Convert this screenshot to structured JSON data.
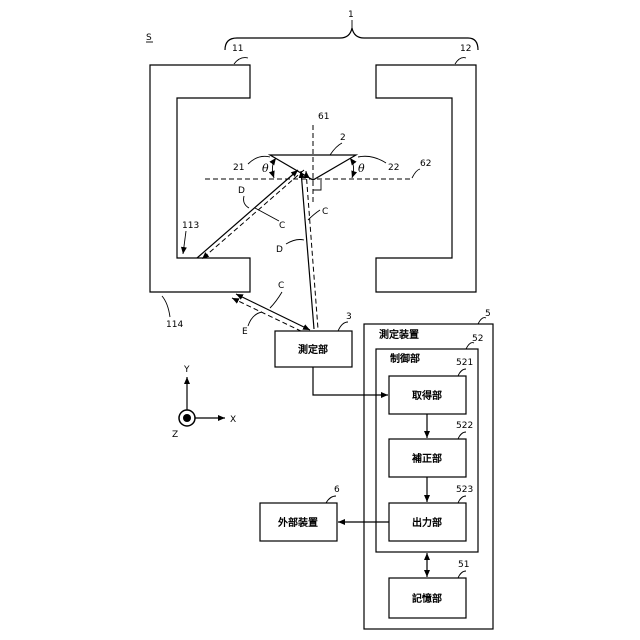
{
  "labels": {
    "system": "S",
    "frame": "1",
    "part11": "11",
    "part12": "12",
    "part2": "2",
    "axis61": "61",
    "axis62": "62",
    "p21": "21",
    "p22": "22",
    "theta_left": "θ",
    "theta_right": "θ",
    "ray_d1": "D",
    "ray_c1": "C",
    "ray_c2": "C",
    "ray_d2": "D",
    "p113": "113",
    "p114": "114",
    "ray_c3": "C",
    "ray_e": "E",
    "p3": "3",
    "p5": "5",
    "p52": "52",
    "p521": "521",
    "p522": "522",
    "p523": "523",
    "p51": "51",
    "p6": "6",
    "axis_y": "Y",
    "axis_x": "X",
    "axis_z": "Z"
  },
  "boxes": {
    "measure_unit": "測定部",
    "measure_device": "測定装置",
    "control_unit": "制御部",
    "acquire_unit": "取得部",
    "correct_unit": "補正部",
    "output_unit": "出力部",
    "storage_unit": "記憶部",
    "external_device": "外部装置"
  }
}
